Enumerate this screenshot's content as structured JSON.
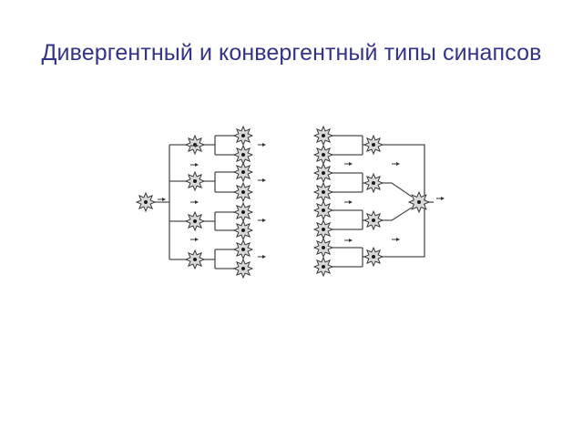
{
  "slide": {
    "title": "Дивергентный и конвергентный типы синапсов"
  },
  "diagram": {
    "panels": [
      "divergent",
      "convergent"
    ],
    "colors": {
      "title": "#33338a",
      "line": "#4d4d4d",
      "cell_fill": "#d9d9d9",
      "nucleus": "#1a1a1a"
    }
  }
}
